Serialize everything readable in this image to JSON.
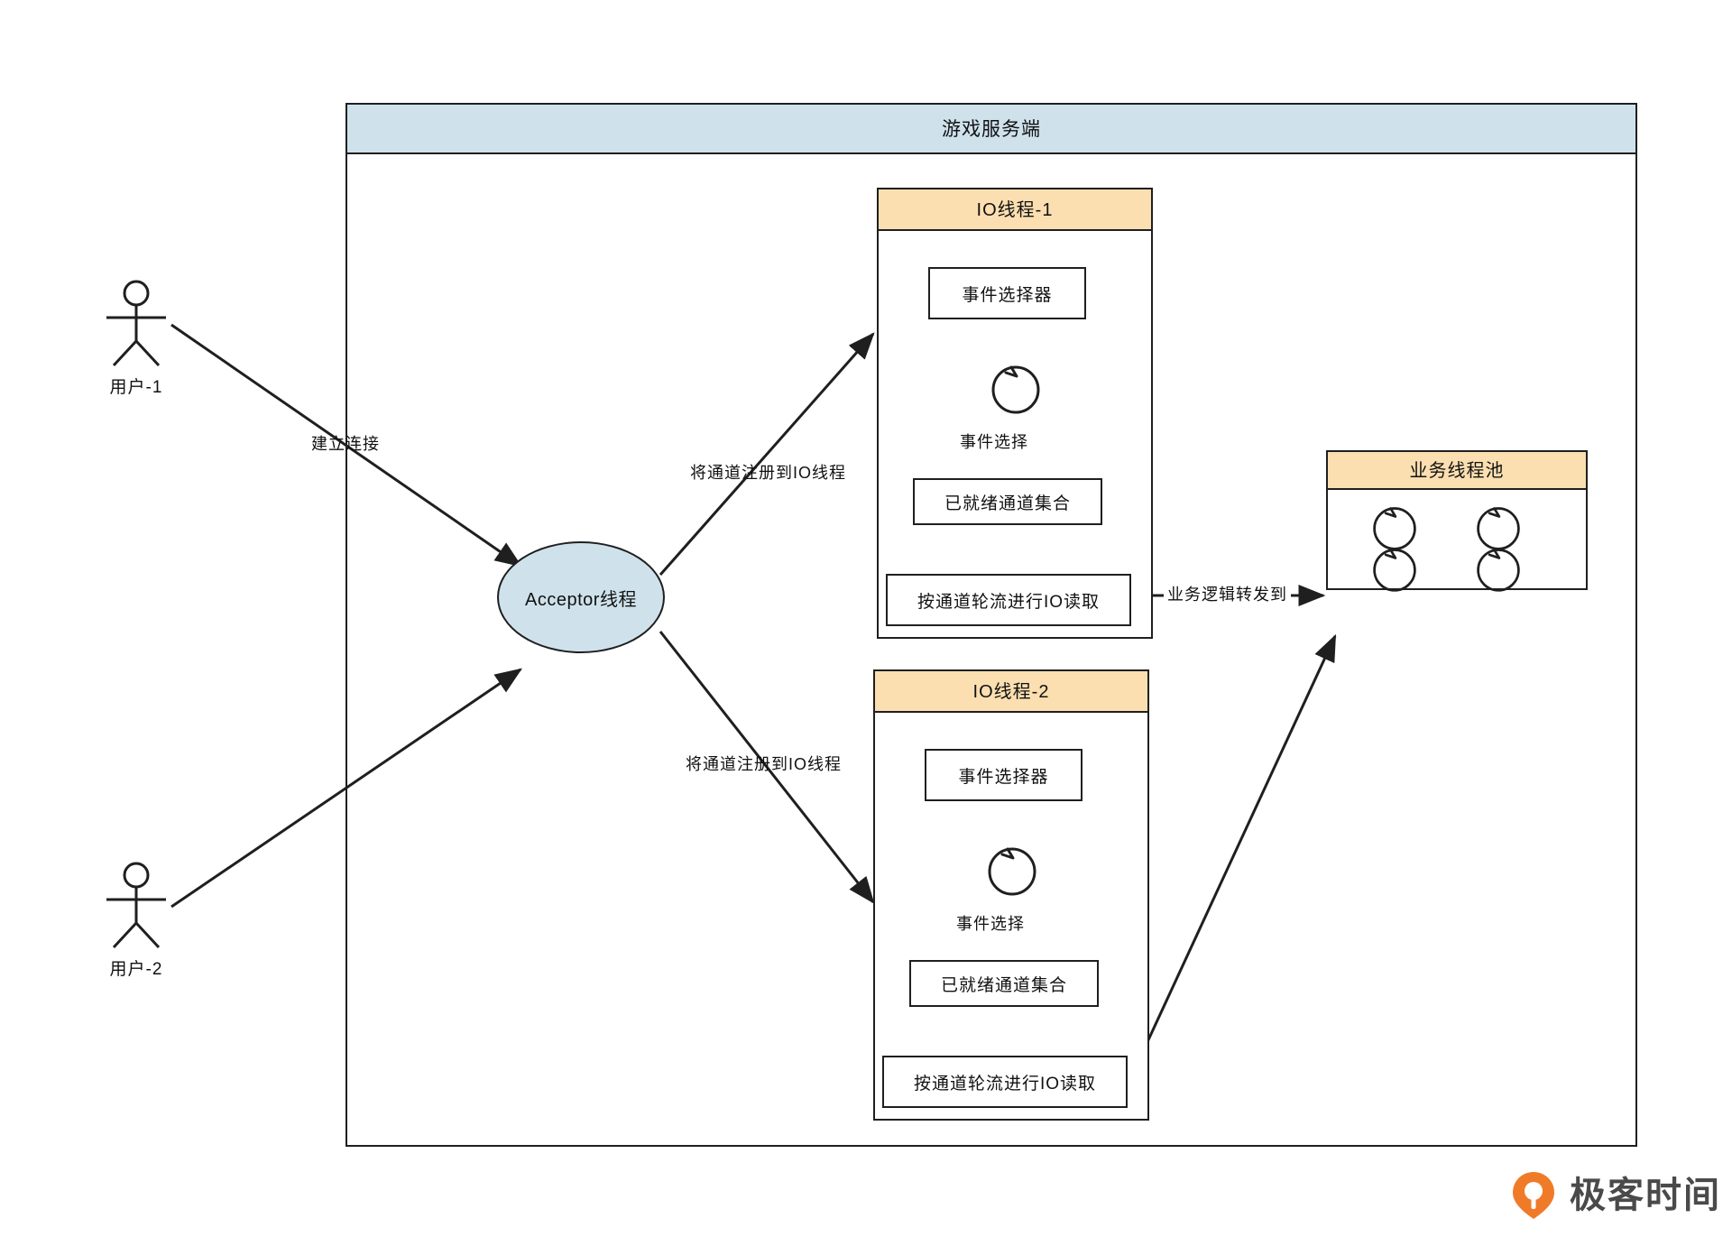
{
  "diagram": {
    "server": {
      "title": "游戏服务端"
    },
    "actors": [
      {
        "label": "用户-1",
        "icon": "user-stick-figure-icon"
      },
      {
        "label": "用户-2",
        "icon": "user-stick-figure-icon"
      }
    ],
    "acceptor": {
      "label": "Acceptor线程"
    },
    "io_threads": [
      {
        "title": "IO线程-1",
        "nodes": [
          {
            "label": "事件选择器"
          },
          {
            "label": "已就绪通道集合"
          },
          {
            "label": "按通道轮流进行IO读取"
          }
        ],
        "loop_label": "事件选择",
        "loop_icon": "loop-circle-icon"
      },
      {
        "title": "IO线程-2",
        "nodes": [
          {
            "label": "事件选择器"
          },
          {
            "label": "已就绪通道集合"
          },
          {
            "label": "按通道轮流进行IO读取"
          }
        ],
        "loop_label": "事件选择",
        "loop_icon": "loop-circle-icon"
      }
    ],
    "thread_pool": {
      "title": "业务线程池",
      "worker_icon": "loop-circle-icon",
      "worker_count": 4
    },
    "edges": [
      {
        "label": "建立连接"
      },
      {
        "label": "将通道注册到IO线程"
      },
      {
        "label": "将通道注册到IO线程"
      },
      {
        "label": "业务逻辑转发到"
      }
    ],
    "watermark": {
      "text": "极客时间",
      "logo_icon": "geekbang-pin-logo-icon"
    }
  },
  "colors": {
    "header_blue": "#cfe2ec",
    "panel_orange": "#fbdfb1",
    "stroke": "#1f1f1f",
    "logo_orange": "#ef7b28",
    "watermark_gray": "#4a4a4a"
  }
}
